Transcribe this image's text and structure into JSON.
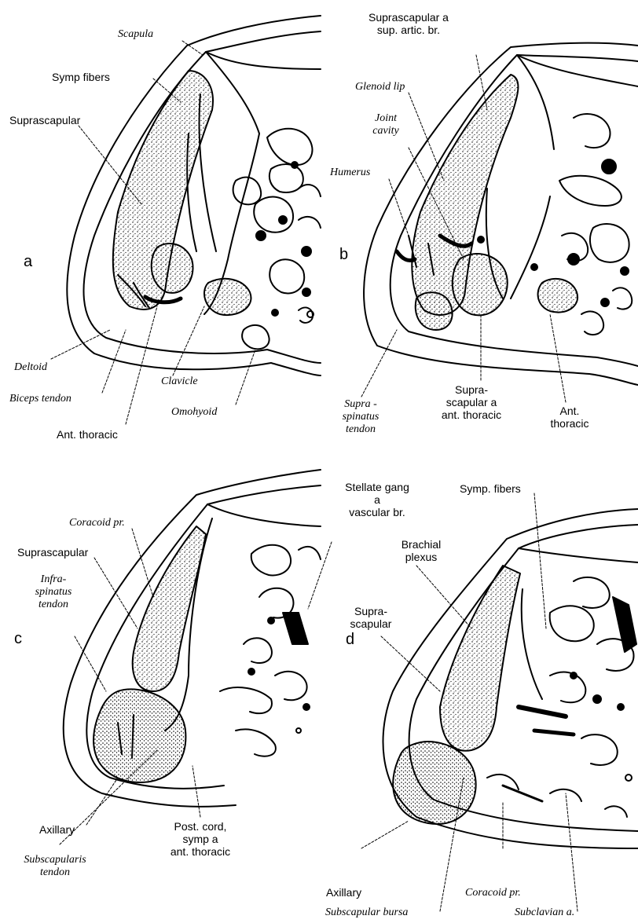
{
  "panels": [
    {
      "letter": "a",
      "labels": {
        "scapula": "Scapula",
        "symp_fibers": "Symp fibers",
        "suprascapular": "Suprascapular",
        "deltoid": "Deltoid",
        "biceps_tendon": "Biceps tendon",
        "clavicle": "Clavicle",
        "omohyoid": "Omohyoid",
        "ant_thoracic": "Ant. thoracic"
      }
    },
    {
      "letter": "b",
      "labels": {
        "suprascapular_artic": [
          "Suprascapular a",
          "sup. artic. br."
        ],
        "glenoid_lip": "Glenoid lip",
        "joint_cavity": [
          "Joint",
          "cavity"
        ],
        "humerus": "Humerus",
        "supraspinatus_tendon": [
          "Supra -",
          "spinatus",
          "tendon"
        ],
        "suprascapular_ant_thoracic": [
          "Supra-",
          "scapular a",
          "ant. thoracic"
        ],
        "ant_thoracic": [
          "Ant.",
          "thoracic"
        ]
      }
    },
    {
      "letter": "c",
      "labels": {
        "coracoid_pr": "Coracoid pr.",
        "suprascapular": "Suprascapular",
        "infraspinatus_tendon": [
          "Infra-",
          "spinatus",
          "tendon"
        ],
        "stellate_gang": [
          "Stellate gang",
          "a",
          "vascular br."
        ],
        "axillary": "Axillary",
        "subscapularis_tendon": [
          "Subscapularis",
          "tendon"
        ],
        "post_cord": [
          "Post. cord,",
          "symp a",
          "ant. thoracic"
        ]
      }
    },
    {
      "letter": "d",
      "labels": {
        "symp_fibers": "Symp. fibers",
        "brachial_plexus": [
          "Brachial",
          "plexus"
        ],
        "suprascapular": [
          "Supra-",
          "scapular"
        ],
        "axillary": "Axillary",
        "coracoid_pr": "Coracoid pr.",
        "subscapular_bursa": "Subscapular bursa",
        "subclavian_a": "Subclavian a."
      }
    }
  ]
}
